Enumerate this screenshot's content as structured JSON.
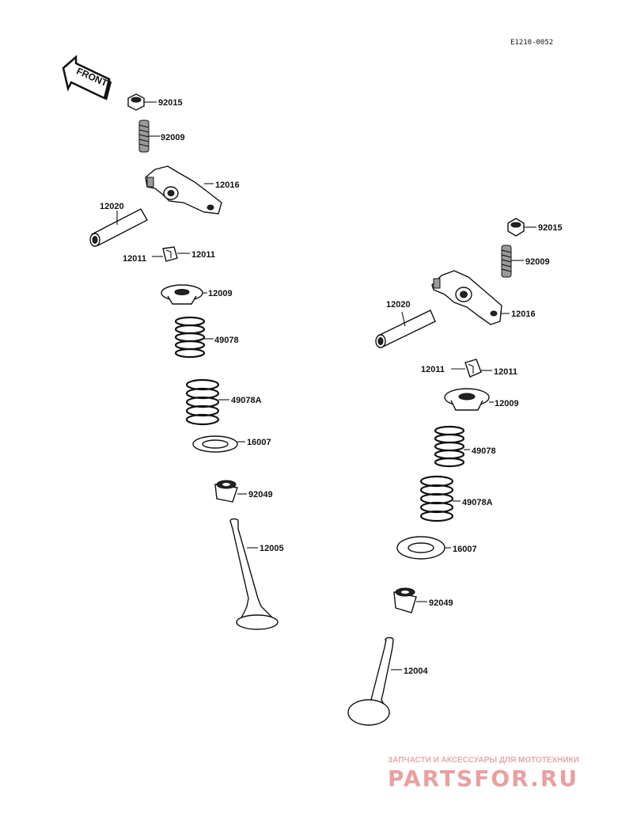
{
  "drawing_code": "E1210-0052",
  "front_label": "FRONT",
  "left_parts": [
    {
      "key": "nut",
      "label": "92015"
    },
    {
      "key": "adjust_screw",
      "label": "92009"
    },
    {
      "key": "rocker_arm",
      "label": "12016"
    },
    {
      "key": "rocker_shaft",
      "label": "12020"
    },
    {
      "key": "cotter_left",
      "label": "12011"
    },
    {
      "key": "cotter_right",
      "label": "12011"
    },
    {
      "key": "retainer",
      "label": "12009"
    },
    {
      "key": "inner_spring",
      "label": "49078"
    },
    {
      "key": "outer_spring",
      "label": "49078A"
    },
    {
      "key": "spring_seat",
      "label": "16007"
    },
    {
      "key": "stem_seal",
      "label": "92049"
    },
    {
      "key": "valve",
      "label": "12005"
    }
  ],
  "right_parts": [
    {
      "key": "nut",
      "label": "92015"
    },
    {
      "key": "adjust_screw",
      "label": "92009"
    },
    {
      "key": "rocker_arm",
      "label": "12016"
    },
    {
      "key": "rocker_shaft",
      "label": "12020"
    },
    {
      "key": "cotter_left",
      "label": "12011"
    },
    {
      "key": "cotter_right",
      "label": "12011"
    },
    {
      "key": "retainer",
      "label": "12009"
    },
    {
      "key": "inner_spring",
      "label": "49078"
    },
    {
      "key": "outer_spring",
      "label": "49078A"
    },
    {
      "key": "spring_seat",
      "label": "16007"
    },
    {
      "key": "stem_seal",
      "label": "92049"
    },
    {
      "key": "valve",
      "label": "12004"
    }
  ],
  "watermark": {
    "tagline": "ЗАПЧАСТИ И АКСЕССУАРЫ ДЛЯ МОТОТЕХНИКИ",
    "logo": "PARTSFOR.RU",
    "color": "#e9a0a0"
  }
}
